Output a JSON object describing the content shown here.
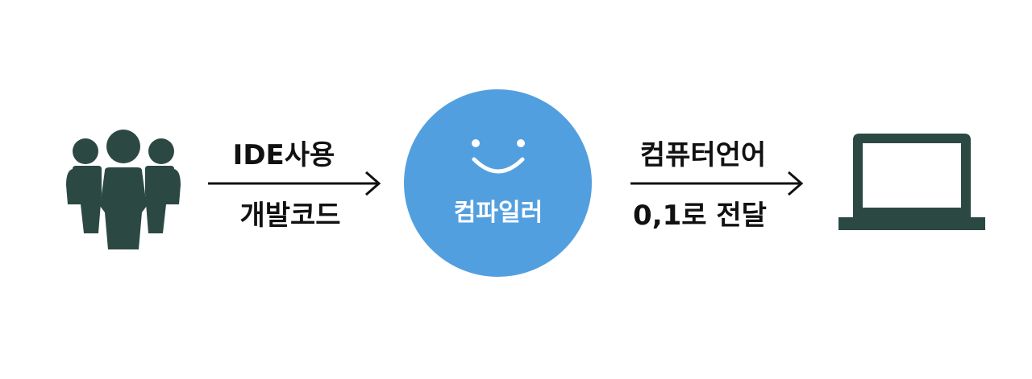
{
  "colors": {
    "icon": "#2c4843",
    "compiler_circle": "#529fe0",
    "arrow": "#111111",
    "text": "#111111",
    "compiler_text": "#ffffff"
  },
  "icons": {
    "developers": "people-group-icon",
    "compiler": "smiley-face-icon",
    "computer": "laptop-icon"
  },
  "left_arrow": {
    "top_label": "IDE사용",
    "bottom_label": "개발코드"
  },
  "compiler": {
    "label": "컴파일러"
  },
  "right_arrow": {
    "top_label": "컴퓨터언어",
    "bottom_label": "0,1로 전달"
  }
}
